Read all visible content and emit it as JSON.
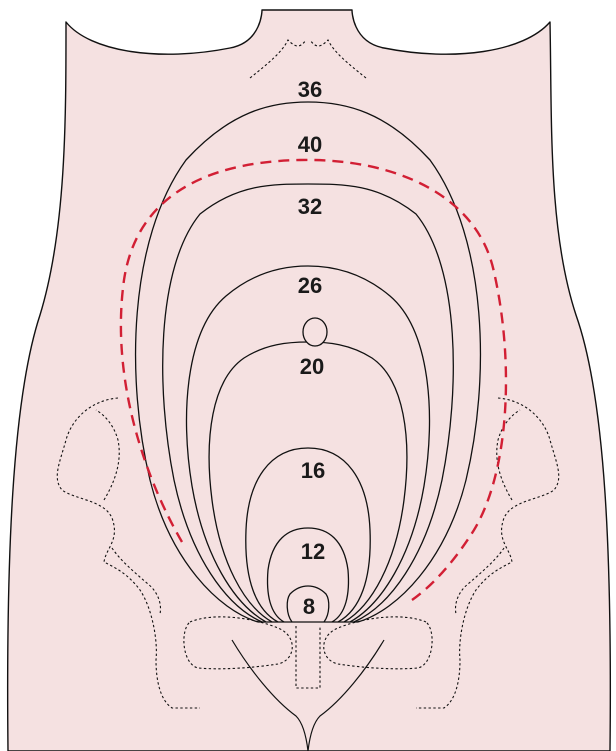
{
  "fundal_height": {
    "labels": [
      {
        "id": "w36",
        "text": "36"
      },
      {
        "id": "w40",
        "text": "40"
      },
      {
        "id": "w32",
        "text": "32"
      },
      {
        "id": "w26",
        "text": "26"
      },
      {
        "id": "w20",
        "text": "20"
      },
      {
        "id": "w16",
        "text": "16"
      },
      {
        "id": "w12",
        "text": "12"
      },
      {
        "id": "w8",
        "text": "8"
      }
    ],
    "colors": {
      "skin": "#f5e1e1",
      "outline": "#111111",
      "dashed_contour": "#d21f34"
    }
  }
}
